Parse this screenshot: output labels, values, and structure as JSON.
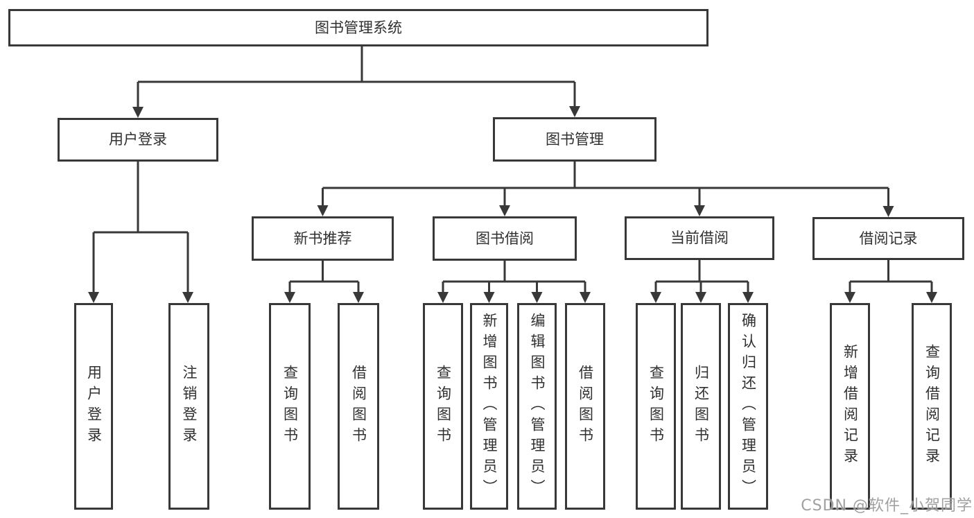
{
  "colors": {
    "line": "#383838",
    "box_border": "#383838",
    "text": "#303030",
    "watermark": "#969696",
    "background": "#ffffff"
  },
  "tree": {
    "root": {
      "label": "图书管理系统"
    },
    "branches": [
      {
        "label": "用户登录",
        "leaves": [
          "用户登录",
          "注销登录"
        ]
      },
      {
        "label": "图书管理",
        "groups": [
          {
            "label": "新书推荐",
            "leaves": [
              "查询图书",
              "借阅图书"
            ]
          },
          {
            "label": "图书借阅",
            "leaves": [
              "查询图书",
              "新增图书（管理员）",
              "编辑图书（管理员）",
              "借阅图书"
            ]
          },
          {
            "label": "当前借阅",
            "leaves": [
              "查询图书",
              "归还图书",
              "确认归还（管理员）"
            ]
          },
          {
            "label": "借阅记录",
            "leaves": [
              "新增借阅记录",
              "查询借阅记录"
            ]
          }
        ]
      }
    ]
  },
  "watermark": {
    "text": "CSDN @软件_小贺同学"
  }
}
